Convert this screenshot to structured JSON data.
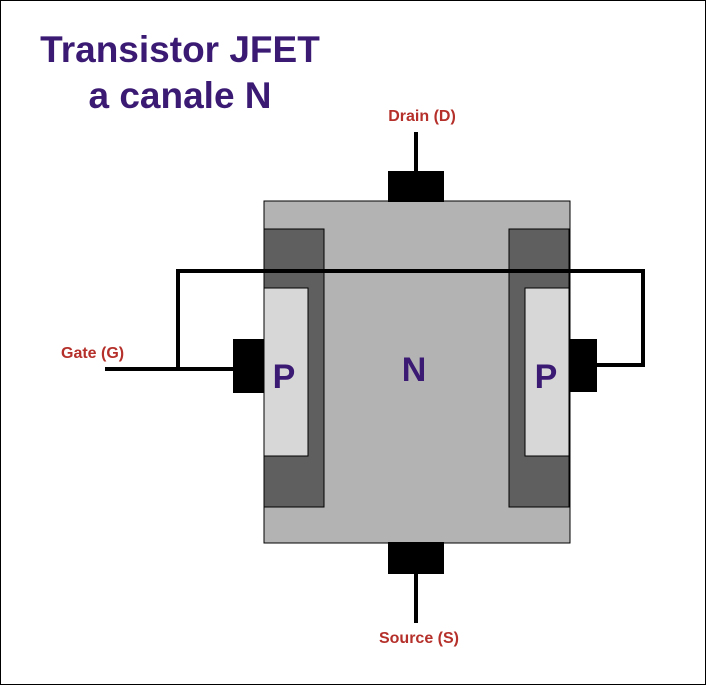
{
  "title": {
    "line1": "Transistor JFET",
    "line2": "a canale N"
  },
  "labels": {
    "drain": "Drain (D)",
    "source": "Source (S)",
    "gate": "Gate (G)",
    "channel": "N",
    "gate_left": "P",
    "gate_right": "P"
  },
  "colors": {
    "title": "#3a1a73",
    "terminal_label": "#b5302a",
    "region_label": "#3a1a73",
    "channel_body": "#b3b3b3",
    "p_region_outer": "#5f5f5f",
    "p_region_inner": "#d7d7d7",
    "contact": "#000000",
    "wire": "#000000"
  }
}
